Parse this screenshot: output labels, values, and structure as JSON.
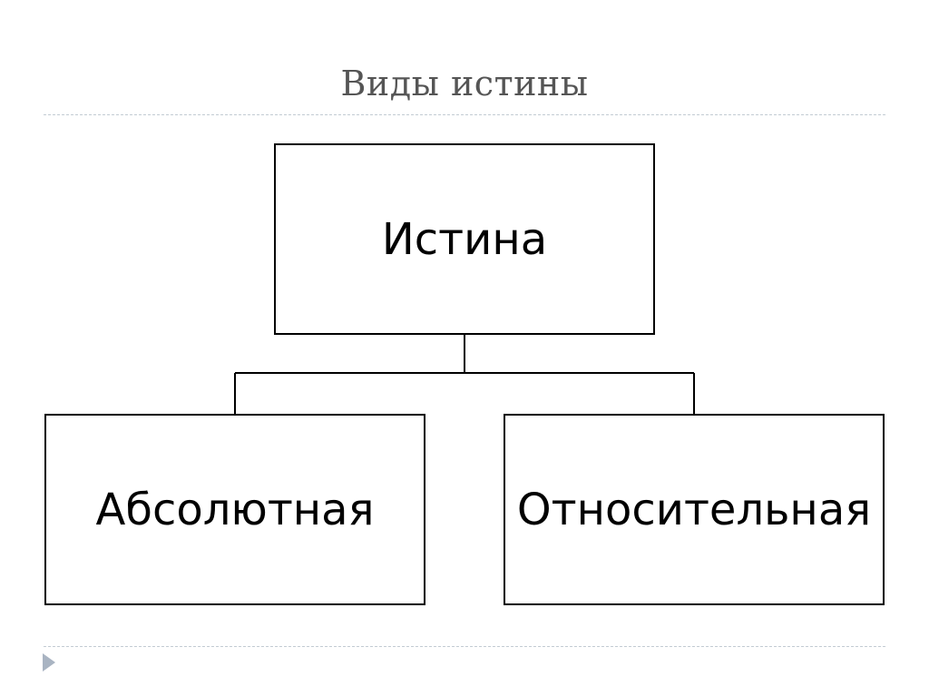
{
  "slide": {
    "title": "Виды истины"
  },
  "diagram": {
    "root": {
      "label": "Истина"
    },
    "children": [
      {
        "label": "Абсолютная"
      },
      {
        "label": "Относительная"
      }
    ]
  },
  "colors": {
    "title_text": "#555555",
    "node_border": "#000000",
    "divider": "#c3cbd3",
    "nav_arrow": "#a9b4c2"
  },
  "icons": {
    "nav": "triangle-right-icon"
  }
}
